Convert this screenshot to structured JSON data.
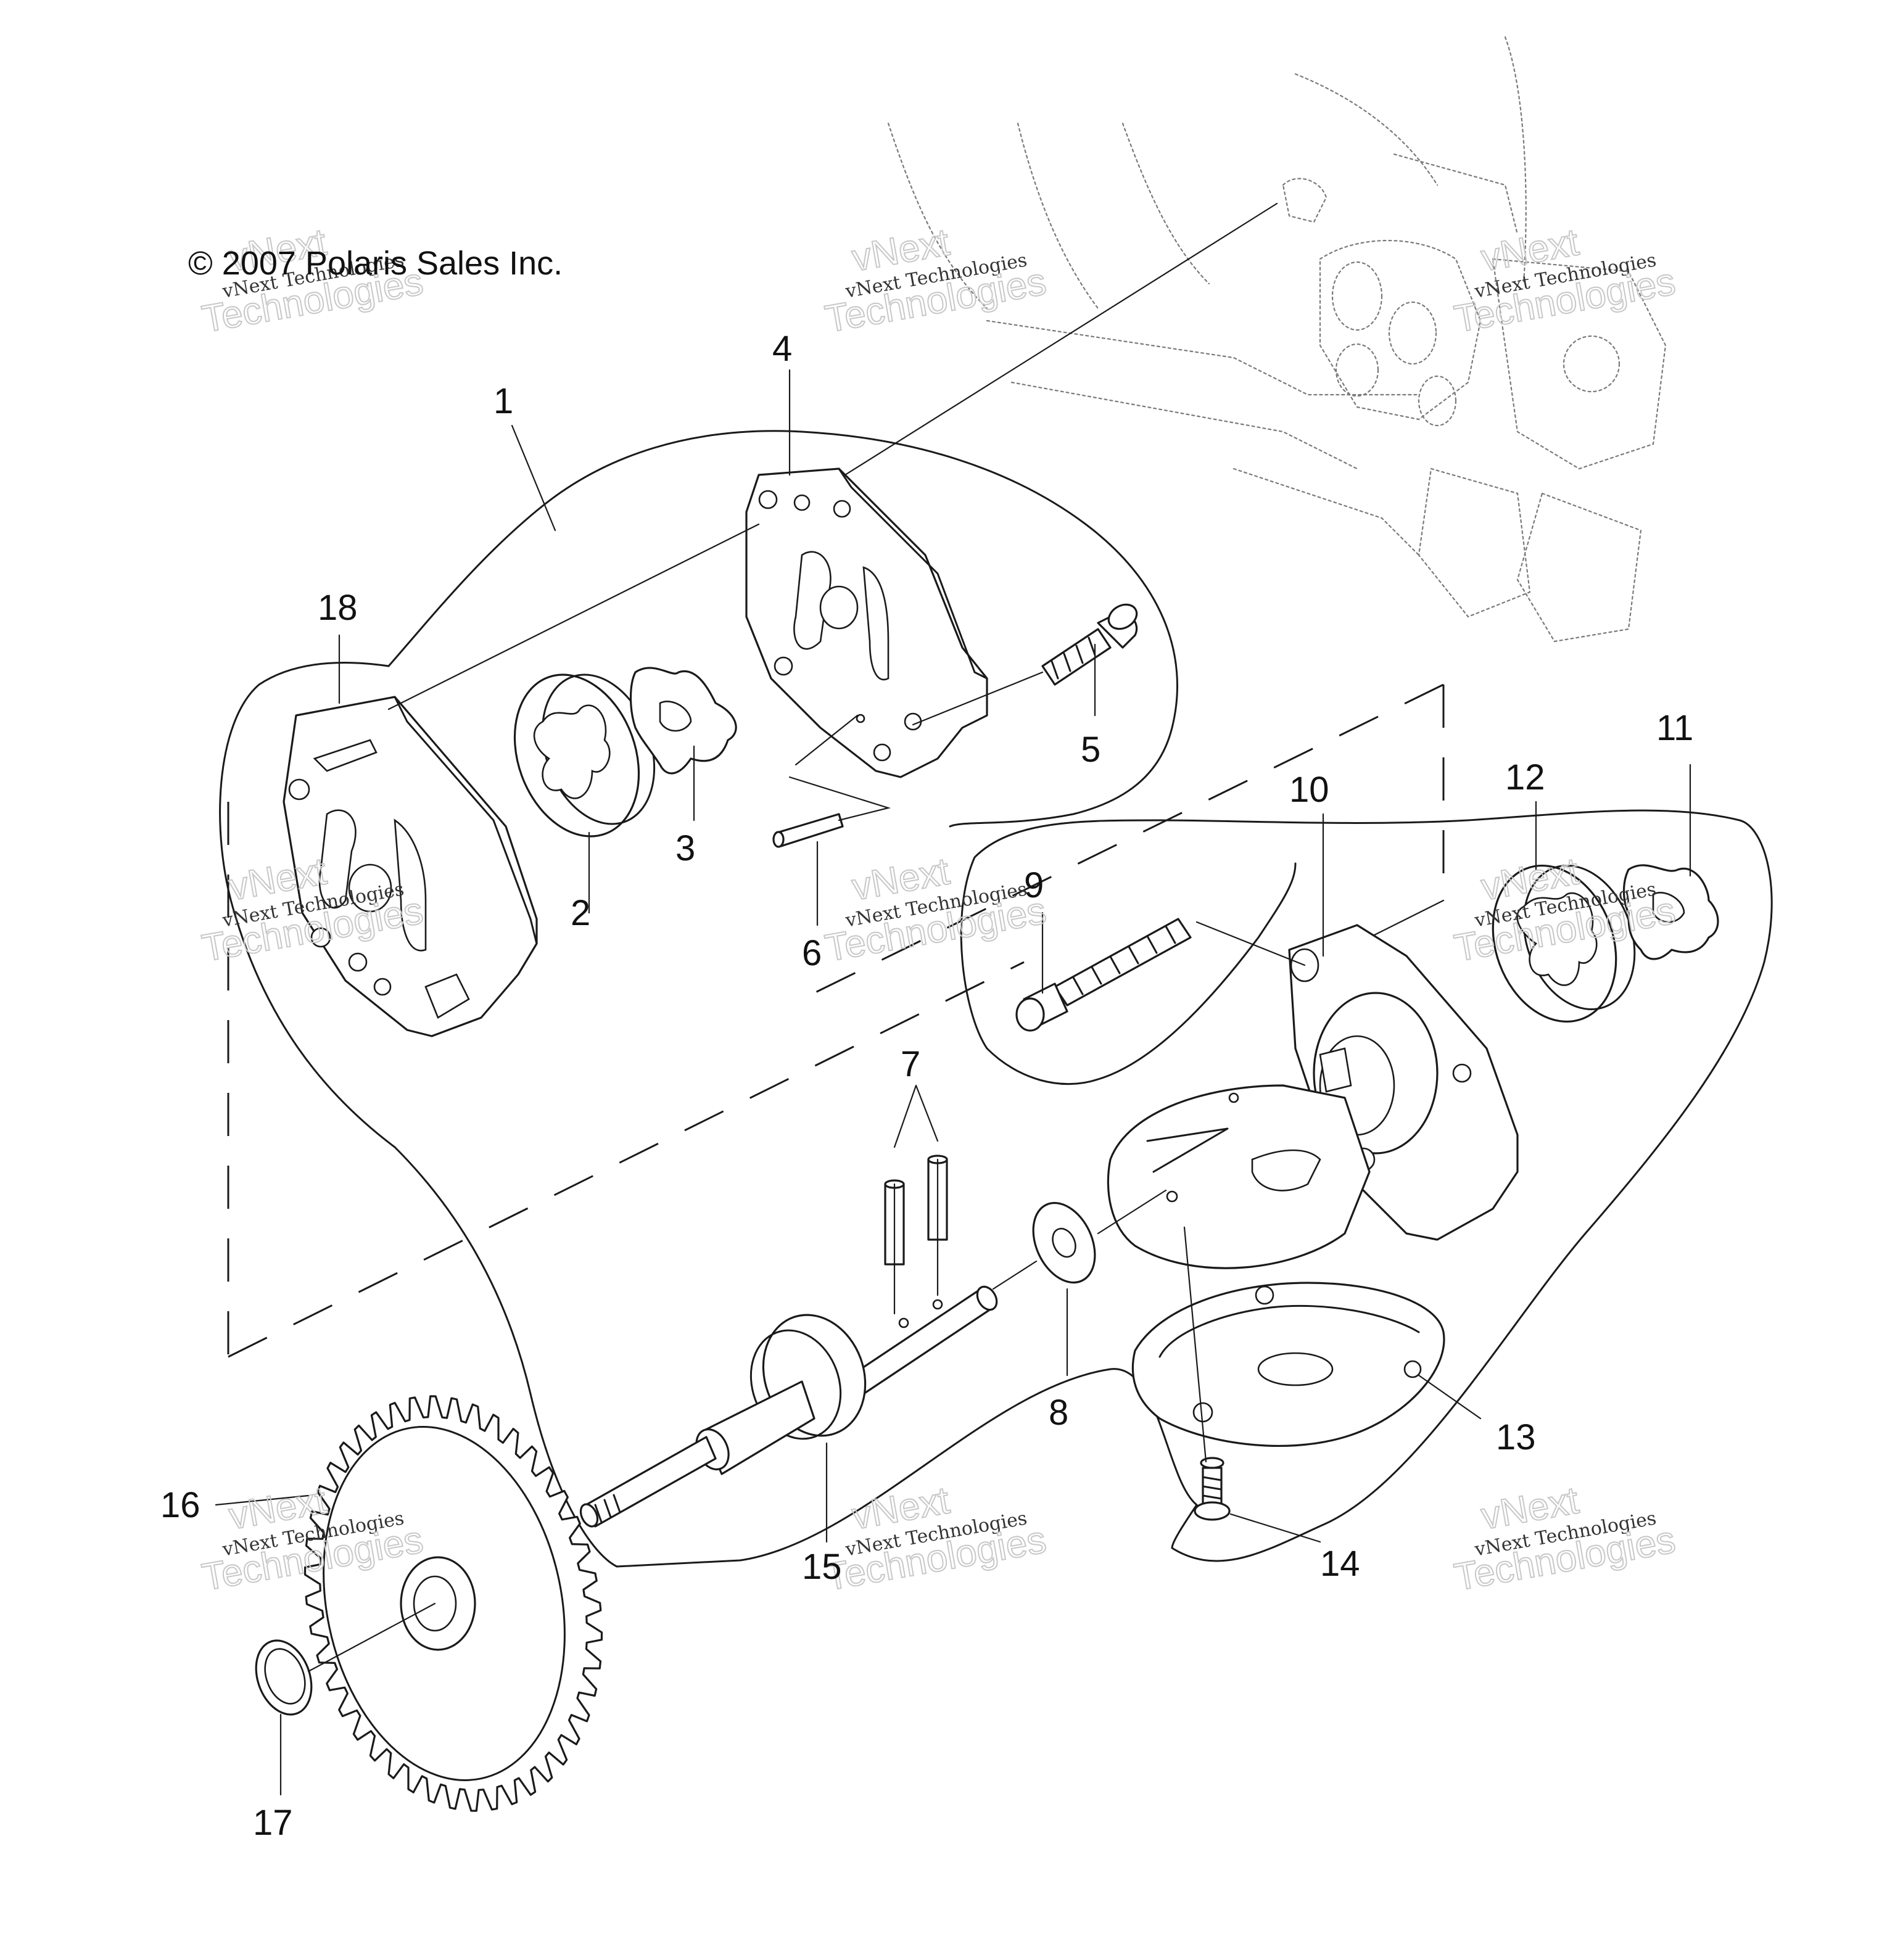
{
  "copyright": "© 2007 Polaris Sales Inc.",
  "watermark": {
    "line1": "vNext",
    "line2": "vNext Technologies",
    "line3": "Technologies"
  },
  "callouts": [
    "1",
    "2",
    "3",
    "4",
    "5",
    "6",
    "7",
    "8",
    "9",
    "10",
    "11",
    "12",
    "13",
    "14",
    "15",
    "16",
    "17",
    "18"
  ],
  "colors": {
    "ink": "#1a1a1a",
    "ghost": "#7a7a7a",
    "watermark": "#c8c8c8"
  }
}
